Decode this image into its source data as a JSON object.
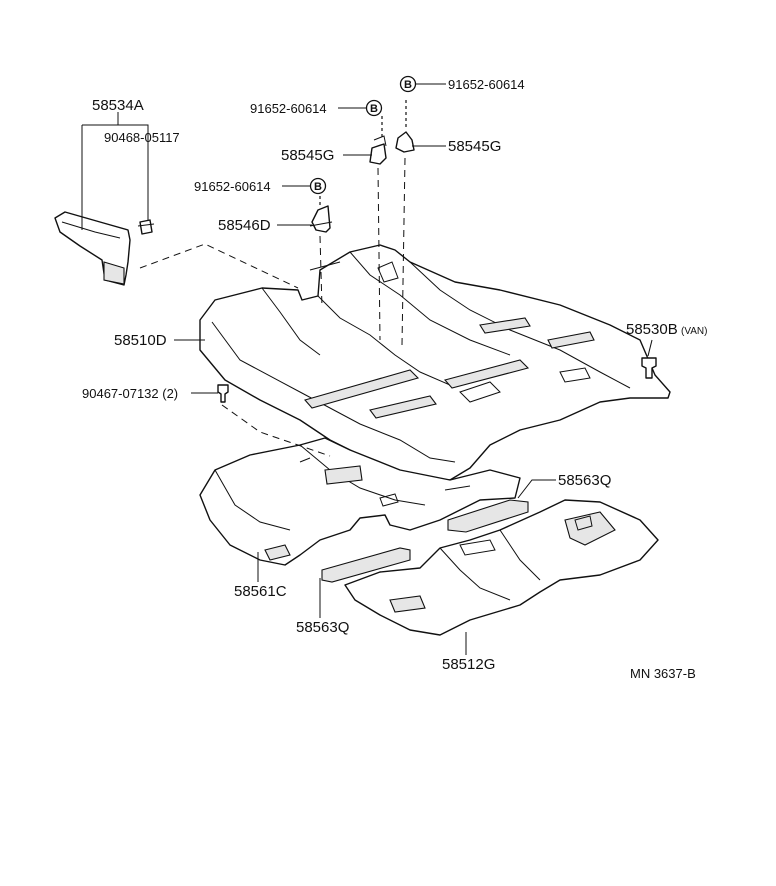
{
  "labels": {
    "p58534A": "58534A",
    "p90468_05117": "90468-05117",
    "p91652_top": "91652-60614",
    "p91652_left": "91652-60614",
    "p91652_mid": "91652-60614",
    "p58545G_left": "58545G",
    "p58545G_right": "58545G",
    "p58546D": "58546D",
    "p58510D": "58510D",
    "p58530B": "58530B",
    "p58530B_note": "(VAN)",
    "p90467_07132": "90467-07132 (2)",
    "p58563Q_right": "58563Q",
    "p58561C": "58561C",
    "p58563Q_left": "58563Q",
    "p58512G": "58512G",
    "diagram_code": "MN 3637-B"
  },
  "badges": {
    "bolt": "B"
  },
  "colors": {
    "line": "#111111",
    "shade": "#e6e6e6",
    "background": "#ffffff"
  }
}
